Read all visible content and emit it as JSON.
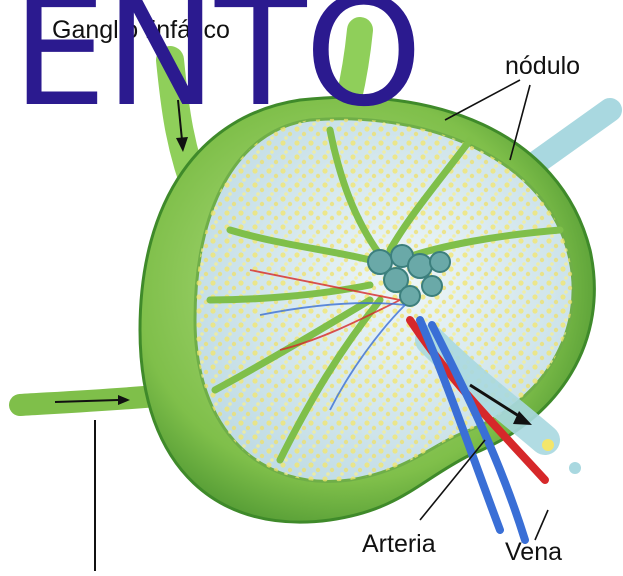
{
  "labels": {
    "top_left": "Ganglio linfático",
    "top_right": "nódulo",
    "artery": "Arteria",
    "vein": "Vena"
  },
  "watermark": {
    "text": "ENTO"
  },
  "colors": {
    "capsule": "#7fbf4a",
    "capsule_dark": "#3f8a2a",
    "interior": "#cfe6ee",
    "lymph_nodes": "#f5ea7a",
    "artery": "#d6282a",
    "vein": "#3a6fd6",
    "watermark": "#2b1a8f"
  }
}
